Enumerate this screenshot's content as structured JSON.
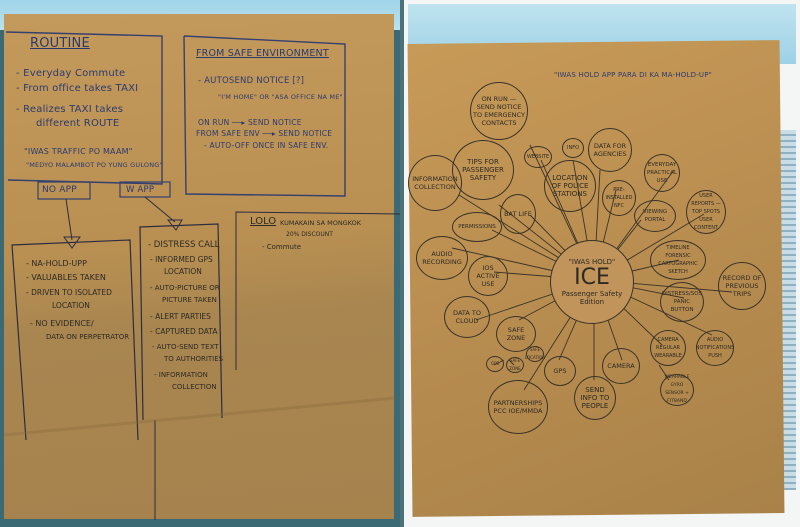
{
  "left_poster": {
    "routine": {
      "title": "ROUTINE",
      "items": [
        "- Everyday Commute",
        "- From office takes TAXI",
        "- Realizes TAXI takes",
        "different ROUTE",
        "\"IWAS TRAFFIC PO MAAM\"",
        "\"MEDYO MALAMBOT PO YUNG GULONG\""
      ],
      "branch_no_app": "NO APP",
      "branch_w_app": "W APP"
    },
    "safe_env": {
      "title": "FROM SAFE ENVIRONMENT",
      "items": [
        "- AUTOSEND NOTICE [?]",
        "\"I'M HOME\" OR \"ASA OFFICE NA ME\"",
        "ON RUN ──▸ SEND NOTICE",
        "FROM SAFE ENV ──▸ SEND NOTICE",
        "- AUTO-OFF ONCE IN SAFE ENV."
      ]
    },
    "no_app_outcomes": [
      "- NA-HOLD-UPP",
      "- VALUABLES TAKEN",
      "- DRIVEN TO ISOLATED",
      "LOCATION",
      "- NO EVIDENCE/",
      "DATA ON PERPETRATOR"
    ],
    "with_app_outcomes": [
      "- DISTRESS CALL",
      "- INFORMED GPS",
      "LOCATION",
      "- AUTO-PICTURE OR",
      "PICTURE TAKEN",
      "- ALERT PARTIES",
      "- CAPTURED DATA",
      "- AUTO-SEND TEXT",
      "TO AUTHORITIES",
      "- INFORMATION",
      "COLLECTION"
    ],
    "lolo": {
      "title": "LOLO",
      "line1": "KUMAKAIN SA MONGKOK",
      "line2": "20% DISCOUNT",
      "line3": "- Commute"
    }
  },
  "right_poster": {
    "tagline": "\"IWAS HOLD APP PARA DI KA MA-HOLD-UP\"",
    "center": {
      "top": "\"IWAS HOLD\"",
      "main": "ICE",
      "sub": "Passenger Safety Edition"
    },
    "bubbles": [
      {
        "label": "ON RUN — SEND NOTICE TO EMERGENCY CONTACTS"
      },
      {
        "label": "TIPS for PASSENGER SAFETY"
      },
      {
        "label": "INFORMATION COLLECTION"
      },
      {
        "label": "WEBSITE"
      },
      {
        "label": "INFO"
      },
      {
        "label": "LOCATION OF POLICE STATIONS"
      },
      {
        "label": "DATA FOR AGENCIES"
      },
      {
        "label": "EVERYDAY PRACTICAL USE"
      },
      {
        "label": "PRE-INSTALLED NFC"
      },
      {
        "label": "VIEWING PORTAL"
      },
      {
        "label": "USER REPORTS — TOP SPOTS USER CONTENT"
      },
      {
        "label": "BAT LIFE"
      },
      {
        "label": "PERMISSIONS"
      },
      {
        "label": "AUDIO RECORDING"
      },
      {
        "label": "iOS ACTIVE USE"
      },
      {
        "label": "TIMELINE FORENSIC CARTOGRAPHIC SKETCH"
      },
      {
        "label": "RECORD OF PREVIOUS TRIPS"
      },
      {
        "label": "DISTRESS/SOS PANIC BUTTON"
      },
      {
        "label": "DATA to CLOUD"
      },
      {
        "label": "SAFE ZONE"
      },
      {
        "label": "GPS"
      },
      {
        "label": "SAFE ZONE"
      },
      {
        "label": "SAFE LOCATION"
      },
      {
        "label": "GPS"
      },
      {
        "label": "CAMERA"
      },
      {
        "label": "SEND INFO to PEOPLE"
      },
      {
        "label": "PARTNERSHIPS PCC IOE/MMDA"
      },
      {
        "label": "CAMERA REGULAR WEARABLE"
      },
      {
        "label": "AUDIO NOTIFICATIONS PUSH"
      },
      {
        "label": "WEARABLE GYRO SENSOR + FITBAND"
      }
    ]
  }
}
